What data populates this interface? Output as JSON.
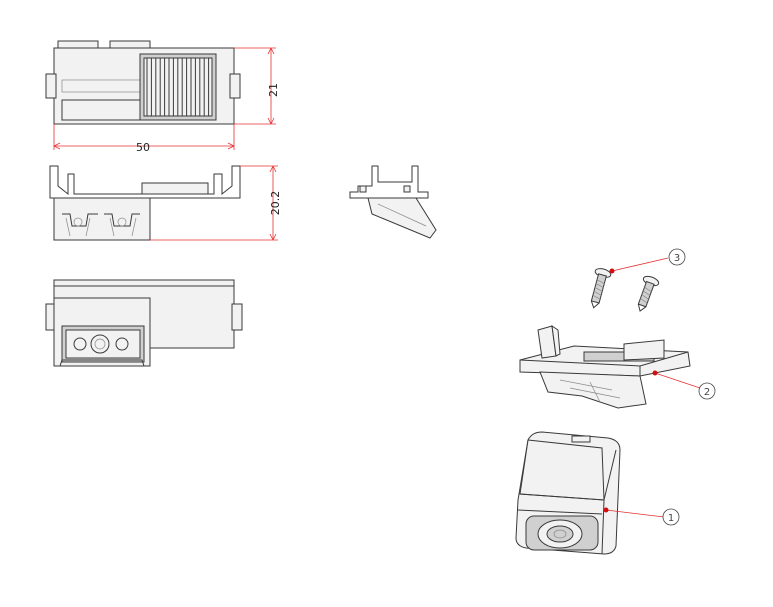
{
  "dimensions": {
    "top_view_width": "50",
    "top_view_height": "21",
    "front_view_height": "20.2"
  },
  "callouts": {
    "camera": "1",
    "bracket": "2",
    "screws": "3"
  },
  "colors": {
    "dimension_line": "#e63030",
    "leader_dot": "#d01010",
    "outline": "#3a3a3a"
  }
}
